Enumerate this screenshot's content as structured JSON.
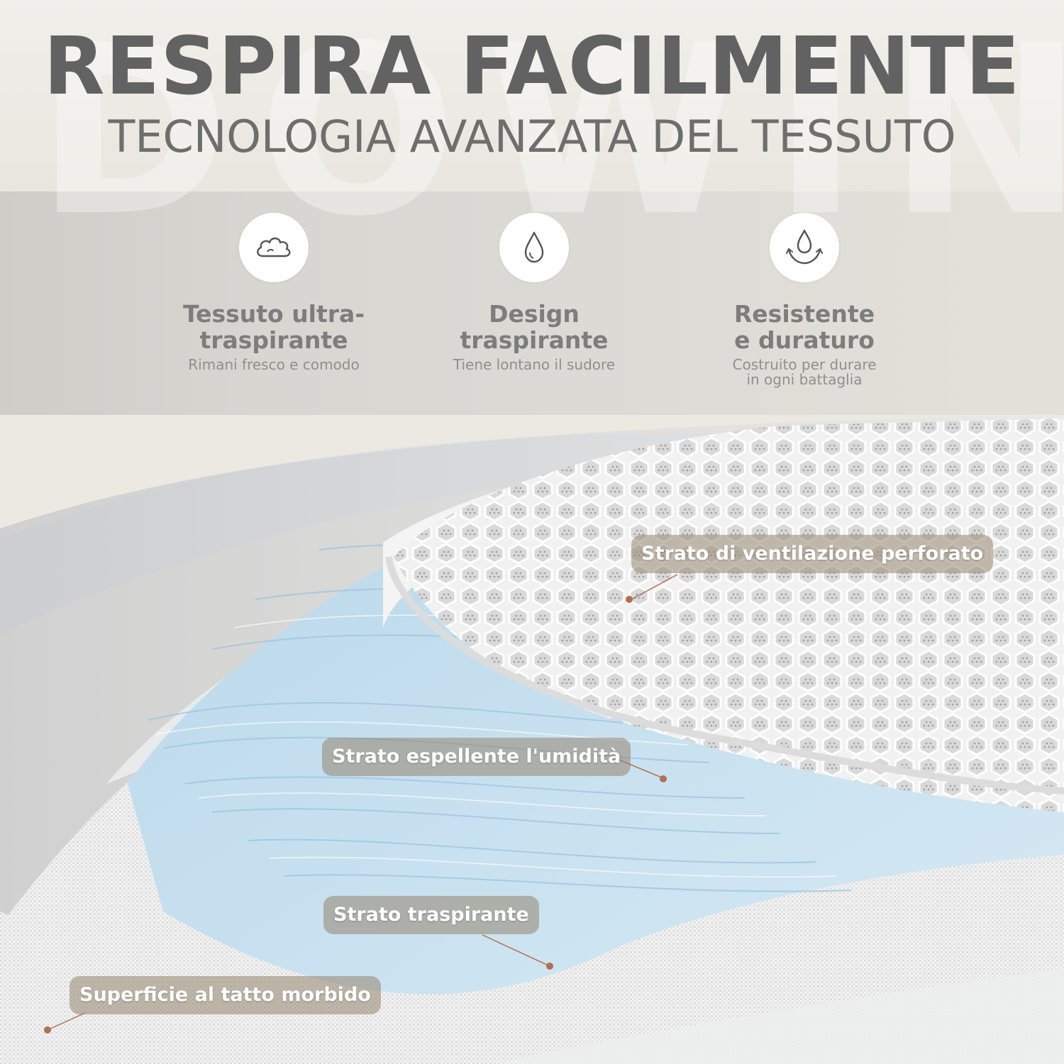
{
  "header": {
    "title": "RESPIRA FACILMENTE",
    "subtitle": "TECNOLOGIA AVANZATA DEL TESSUTO",
    "watermark": "DOWINX"
  },
  "features": [
    {
      "icon": "cloud-icon",
      "title": "Tessuto ultra-\ntraspirante",
      "desc": "Rimani fresco e comodo"
    },
    {
      "icon": "water-drop-icon",
      "title": "Design\ntraspirante",
      "desc": "Tiene lontano il sudore"
    },
    {
      "icon": "water-resistant-icon",
      "title": "Resistente\ne duraturo",
      "desc": "Costruito per durare\nin ogni battaglia"
    }
  ],
  "layers": [
    {
      "label": "Strato di ventilazione perforato"
    },
    {
      "label": "Strato espellente l'umidità"
    },
    {
      "label": "Strato traspirante"
    },
    {
      "label": "Superficie al tatto morbido"
    }
  ],
  "colors": {
    "heading": "#626262",
    "label_bg": "#968570",
    "marker": "#b06f54",
    "fiber_blue": "#a9cde4"
  }
}
